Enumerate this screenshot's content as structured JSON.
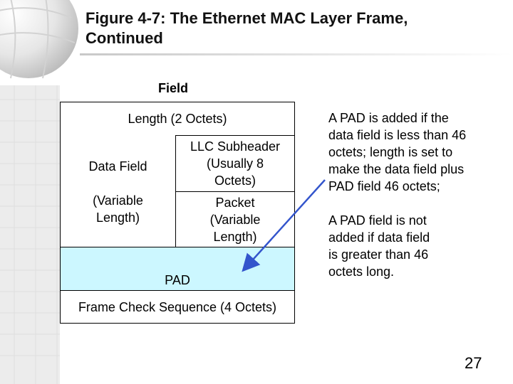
{
  "slide": {
    "title_line1": "Figure 4-7: The Ethernet MAC Layer Frame,",
    "title_line2": "Continued",
    "page_number": "27"
  },
  "frame": {
    "field_header": "Field",
    "length": "Length (2 Octets)",
    "data_field": "Data Field",
    "data_field_sub_line1": "(Variable",
    "data_field_sub_line2": "Length)",
    "llc_line1": "LLC Subheader",
    "llc_line2": "(Usually 8",
    "llc_line3": "Octets)",
    "packet_line1": "Packet",
    "packet_line2": "(Variable",
    "packet_line3": "Length)",
    "pad": "PAD",
    "fcs": "Frame Check Sequence (4 Octets)"
  },
  "notes": {
    "pad_added": [
      "A PAD is added if the",
      "data field is less than 46",
      "octets; length is set to",
      "make the data field plus",
      "PAD field 46 octets;"
    ],
    "pad_not_added": [
      "A PAD field is not",
      "added if data field",
      "is greater than 46",
      "octets long."
    ]
  },
  "colors": {
    "pad_fill": "#ccf7ff",
    "arrow": "#3355cc"
  }
}
